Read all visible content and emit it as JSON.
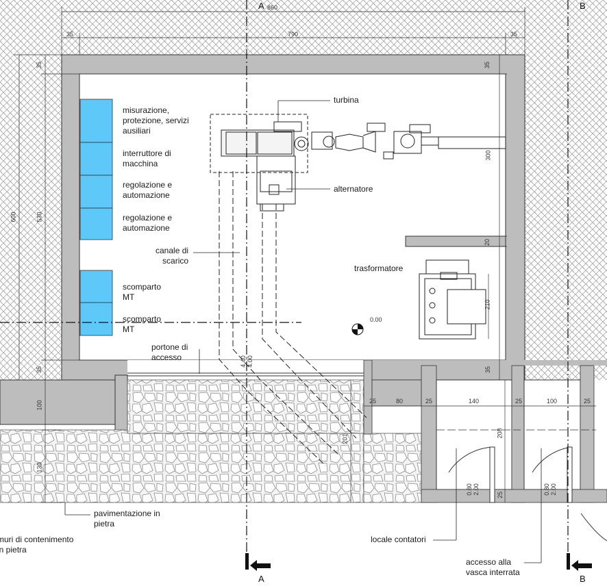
{
  "section_markers": {
    "a_top": "A",
    "a_bottom": "A",
    "b_top": "B",
    "b_bottom": "B"
  },
  "dimensions": {
    "total_width": "860",
    "left_wall": "35",
    "inner_width": "790",
    "right_wall": "35",
    "right_top_wall": "35",
    "right_room": "300",
    "right_partition": "20",
    "transformer_h": "210",
    "right_bottom_wall": "35",
    "left_total": "600",
    "left_inner": "530",
    "left_top": "35",
    "left_bottom_wall": "35",
    "left_100": "100",
    "left_130": "130",
    "channel_440": "4.40",
    "channel_400": "4.00",
    "span_25a": "25",
    "span_80": "80",
    "span_25b": "25",
    "span_140": "140",
    "span_25c": "25",
    "span_100": "100",
    "span_25d": "25",
    "door_208": "208",
    "door_25": "25",
    "ramp_201": "201",
    "door1_a": "0.80",
    "door1_b": "2.00",
    "door2_a": "0.80",
    "door2_b": "2.00",
    "level": "0.00"
  },
  "labels": {
    "turbina": "turbina",
    "alternatore": "alternatore",
    "trasformatore": "trasformatore",
    "misurazione": "misurazione,\nprotezione, servizi\nausiliari",
    "interruttore": "interruttore di\nmacchina",
    "regolazione1": "regolazione e\nautomazione",
    "regolazione2": "regolazione e\nautomazione",
    "canale": "canale di\nscarico",
    "scomparto1": "scomparto\nMT",
    "scomparto2": "scomparto\nMT",
    "portone": "portone di\naccesso",
    "pavimentazione": "pavimentazione in\npietra",
    "muri": "muri di contenimento\nin pietra",
    "locale": "locale contatori",
    "accesso": "accesso alla\nvasca interrata"
  },
  "colors": {
    "panel": "#5ec8f8",
    "wall": "#bdbdbd",
    "hatch": "#8c8c8c",
    "line": "#1a1a1a"
  }
}
